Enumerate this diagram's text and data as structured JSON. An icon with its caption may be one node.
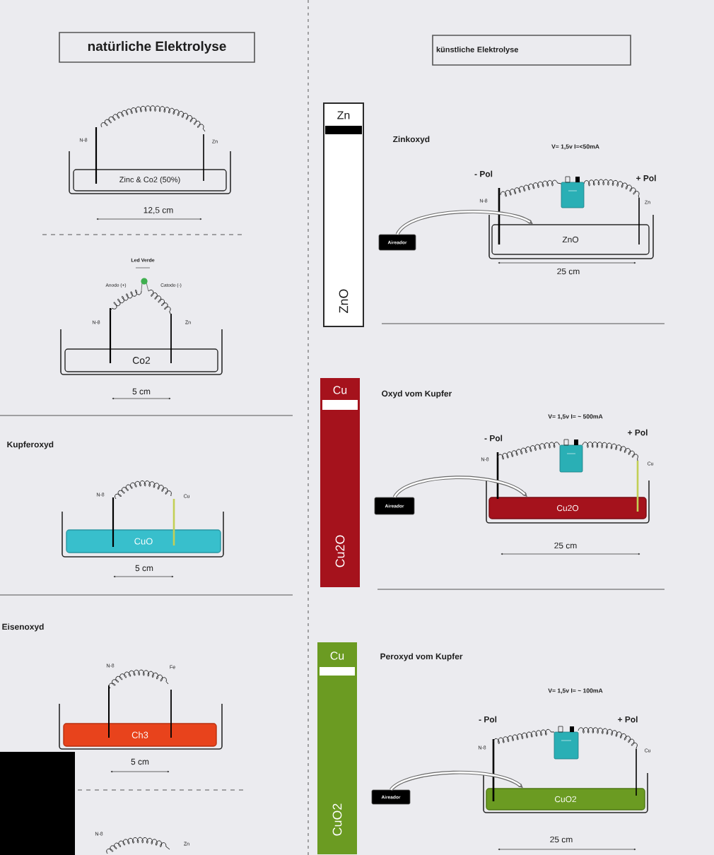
{
  "diagram": {
    "nodes": [
      {
        "text": [
          "natürliche Elektrolyse"
        ]
      },
      {
        "text": [
          "Zinc & Co2 (50%)"
        ]
      },
      {
        "text": [
          "Co2"
        ]
      },
      {
        "text": [
          "CuO"
        ]
      },
      {
        "text": [
          "Ch3"
        ]
      },
      {
        "text": [],
        "shape": "box"
      },
      {
        "text": [
          "künstliche Elektrolyse"
        ]
      },
      {
        "text": [
          "Zn",
          "ZnO"
        ]
      },
      {
        "text": [
          "Aireador"
        ]
      },
      {
        "text": [
          "ZnO"
        ]
      },
      {
        "text": [
          "Cu",
          "Cu2O"
        ]
      },
      {
        "text": [
          "Aireador"
        ]
      },
      {
        "text": [
          "Cu2O"
        ]
      },
      {
        "text": [
          "Cu",
          "CuO2"
        ]
      },
      {
        "text": [
          "Aireador"
        ]
      },
      {
        "text": [
          "CuO2"
        ]
      }
    ],
    "edges": [
      {
        "from": 8,
        "to": 9,
        "arrow": "to"
      },
      {
        "from": 11,
        "to": 12,
        "arrow": "to"
      },
      {
        "from": 14,
        "to": 15,
        "arrow": "to"
      }
    ],
    "labels": [
      "N-8",
      "Zn",
      "12,5 cm",
      "Led Verde",
      "Anodo (+)",
      "Catodo (-)",
      "N-8",
      "Zn",
      "5 cm",
      "Kupferoxyd",
      "N-8",
      "Cu",
      "5 cm",
      "Eisenoxyd",
      "N-8",
      "Fe",
      "5 cm",
      "N-8",
      "Zn",
      "Zinkoxyd",
      "V= 1,5v I=<50mA",
      "- Pol",
      "+ Pol",
      "N-8",
      "Zn",
      "25 cm",
      "Oxyd vom Kupfer",
      "V= 1,5v I= ~ 500mA",
      "- Pol",
      "+ Pol",
      "N-8",
      "Cu",
      "25 cm",
      "Peroxyd vom Kupfer",
      "V= 1,5v I= ~ 100mA",
      "- Pol",
      "+ Pol",
      "N-8",
      "Cu",
      "25 cm"
    ]
  }
}
